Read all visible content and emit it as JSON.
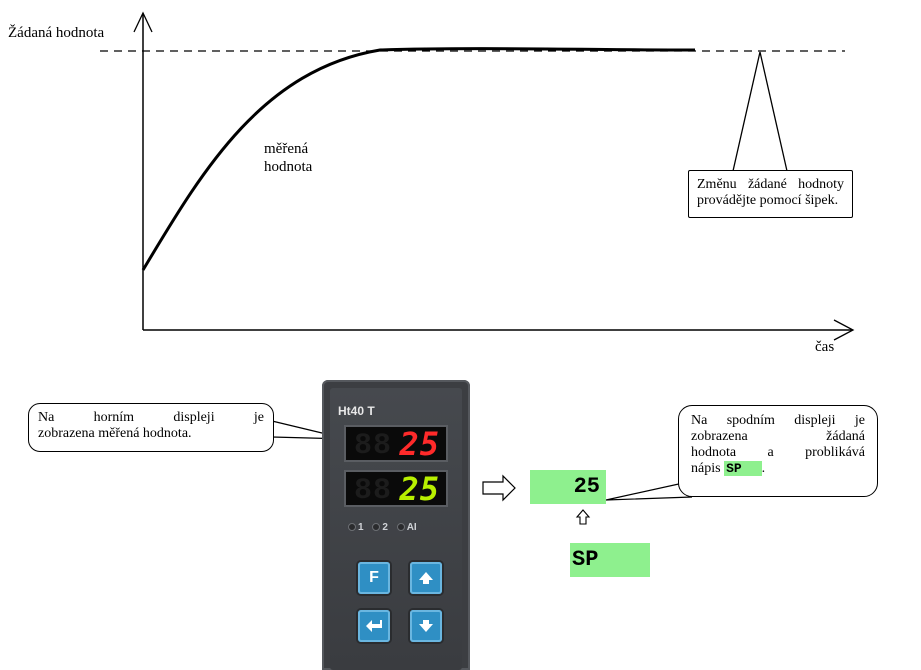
{
  "graph": {
    "y_label": "Žádaná hodnota",
    "x_label": "čas",
    "curve_label_line1": "měřená",
    "curve_label_line2": "hodnota",
    "callout_setpoint_line1": "Změnu žádané hodnoty",
    "callout_setpoint_line2": "provádějte pomocí šipek."
  },
  "device": {
    "model": "Ht40 T",
    "upper_display": "25",
    "lower_display": "25",
    "ghost_digits": "88",
    "leds": [
      "1",
      "2",
      "AI"
    ],
    "keys": {
      "f_label": "F",
      "up_icon": "arrow-up-icon",
      "enter_icon": "enter-icon",
      "down_icon": "arrow-down-icon"
    },
    "colors": {
      "upper": "#ff2a2a",
      "lower": "#b8f000",
      "keys": "#2f8fc4"
    }
  },
  "callout_upper": {
    "line1": "Na horním displeji je",
    "line2": "zobrazena měřená hodnota."
  },
  "callout_lower": {
    "line1": "Na spodním displeji je",
    "line2": "zobrazena žádaná",
    "line3": "hodnota a problikává",
    "line4_prefix": "nápis",
    "line4_badge": "SP",
    "line4_suffix": "."
  },
  "blink": {
    "value": "25",
    "text": "SP",
    "highlight_color": "#8ef08e"
  }
}
